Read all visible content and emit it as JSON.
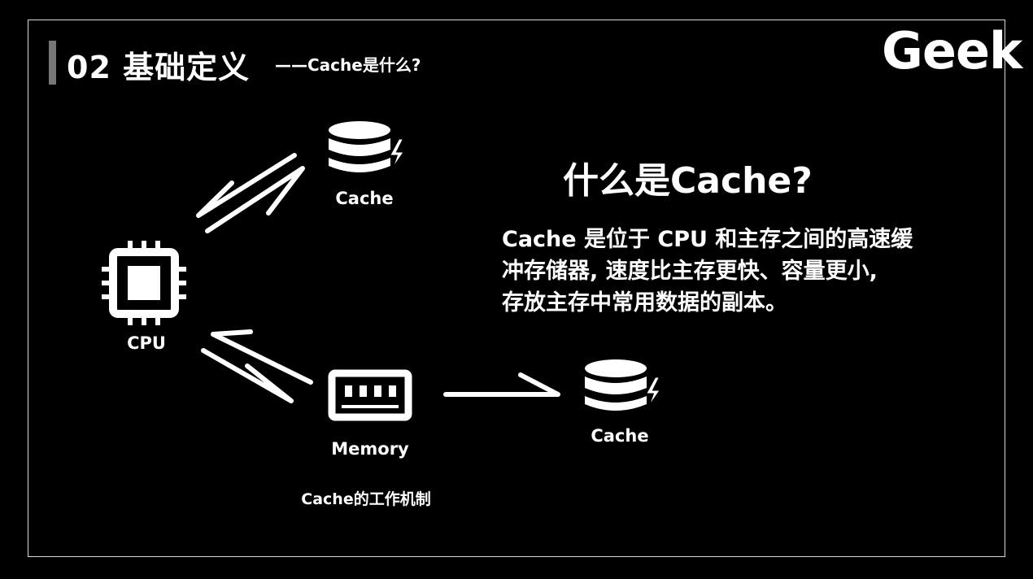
{
  "header": {
    "section_title": "02 基础定义",
    "subtitle": "——Cache是什么?",
    "logo": "Geek"
  },
  "diagram": {
    "cpu_label": "CPU",
    "cache_top_label": "Cache",
    "memory_label": "Memory",
    "cache_bottom_label": "Cache",
    "caption": "Cache的工作机制"
  },
  "content": {
    "heading": "什么是Cache?",
    "description_lines": [
      "Cache 是位于 CPU 和主存之间的高速缓",
      "冲存储器, 速度比主存更快、容量更小,",
      "存放主存中常用数据的副本。"
    ]
  },
  "colors": {
    "background": "#000000",
    "foreground": "#ffffff",
    "accent_bar": "#777777",
    "frame": "#d8d8d8"
  }
}
